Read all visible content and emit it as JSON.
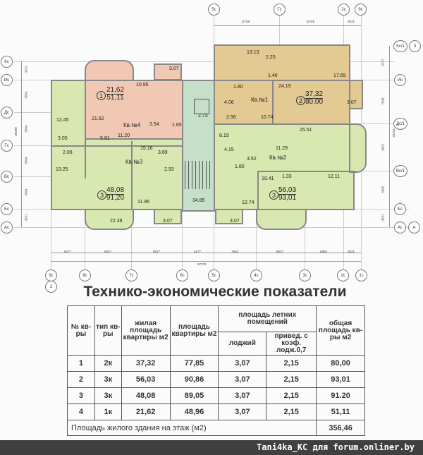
{
  "plan": {
    "axes_top": [
      "5с",
      "Гс",
      "2с",
      "9с"
    ],
    "dims_top": [
      "11769",
      "11769",
      "3631"
    ],
    "axes_left": [
      "Кс",
      "Ис",
      "Дс",
      "Гс",
      "Вс",
      "Бс",
      "Ас"
    ],
    "axes_right": [
      "Кс/1",
      "Ис",
      "Дс/1",
      "Вс/1",
      "Бс",
      "Ас"
    ],
    "sheet_marks": [
      "3",
      "А",
      "2"
    ],
    "axes_bottom": [
      "9с",
      "8с",
      "7с",
      "6с",
      "5с",
      "4с",
      "3с",
      "2с",
      "1с"
    ],
    "dims_bottom": [
      "6277",
      "8627",
      "8627",
      "6277",
      "7846",
      "8627",
      "6865",
      "3631"
    ],
    "dim_total_bottom": "57275",
    "dims_left": [
      "3631",
      "5864",
      "5864",
      "5864",
      "5864",
      "3631"
    ],
    "dim_total_left": "30088",
    "dims_right": [
      "6277",
      "7846",
      "8627",
      "5865",
      "3631"
    ],
    "dim_total_right": "32345",
    "apartments": [
      {
        "label": "Кв.№1",
        "num": "2",
        "living": "37,32",
        "total": "80,00"
      },
      {
        "label": "Кв.№2",
        "num": "3",
        "living": "56,03",
        "total": "93,01"
      },
      {
        "label": "Кв.№3",
        "num": "3",
        "living": "48,08",
        "total": "91,20"
      },
      {
        "label": "Кв.№4",
        "num": "1",
        "living": "21,62",
        "total": "51,11"
      }
    ],
    "rooms": [
      "10.95",
      "3.07",
      "21.62",
      "3.54",
      "1.65",
      "12.45",
      "2.73",
      "3.05",
      "5.81",
      "11.20",
      "2.06",
      "15.16",
      "3.69",
      "13.25",
      "2.93",
      "11.96",
      "34.85",
      "22.38",
      "3.07",
      "13.13",
      "2.25",
      "1.46",
      "17.69",
      "1.80",
      "24.19",
      "4.06",
      "3.07",
      "2.56",
      "10.74",
      "25.51",
      "8.19",
      "4.15",
      "11.29",
      "3.52",
      "1.80",
      "18.41",
      "1.33",
      "12,11",
      "12.74",
      "3.07"
    ]
  },
  "title": "Технико-экономические показатели",
  "table": {
    "headers": {
      "no": "№ кв-ры",
      "type": "тип кв-ры",
      "living": "жилая площадь квартиры м2",
      "area": "площадь квартиры м2",
      "summer": "площадь летних помещений",
      "loggia": "лоджий",
      "reduced": "привед. с коэф. лодж.0,7",
      "total": "общая площадь кв-ры м2"
    },
    "rows": [
      [
        "1",
        "2к",
        "37,32",
        "77,85",
        "3,07",
        "2,15",
        "80,00"
      ],
      [
        "2",
        "3к",
        "56,03",
        "90,86",
        "3,07",
        "2,15",
        "93,01"
      ],
      [
        "3",
        "3к",
        "48,08",
        "89,05",
        "3,07",
        "2,15",
        "91.20"
      ],
      [
        "4",
        "1к",
        "21,62",
        "48,96",
        "3,07",
        "2,15",
        "51,11"
      ]
    ],
    "footer_label": "Площадь жилого здания на этаж (м2)",
    "footer_value": "356,46"
  },
  "watermark": "Tani4ka_KC для forum.onliner.by"
}
